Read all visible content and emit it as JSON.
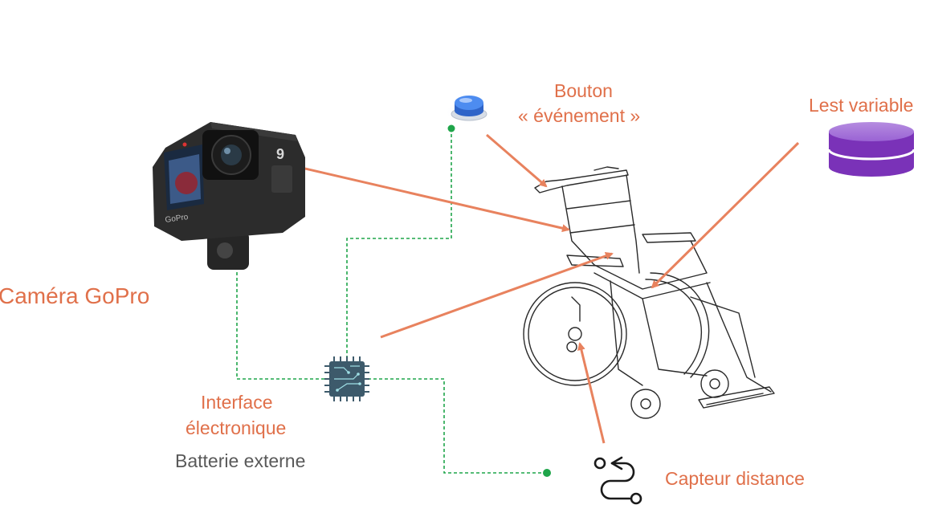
{
  "labels": {
    "gopro": "Caméra GoPro",
    "button_line1": "Bouton",
    "button_line2": "« événement »",
    "weight": "Lest variable",
    "interface_line1": "Interface",
    "interface_line2": "électronique",
    "battery": "Batterie externe",
    "distance_sensor": "Capteur distance"
  },
  "camera_badge": "9",
  "camera_brand": "GoPro",
  "colors": {
    "label_accent": "#e0704a",
    "arrow": "#e8825e",
    "wire": "#1fa54a",
    "battery_text": "#595959",
    "button_cap": "#3b7be0",
    "weight_disk": "#7a32b8",
    "chip": "#3d5a6b"
  },
  "icons": [
    "gopro-camera",
    "push-button-icon",
    "weight-disk-icon",
    "microchip-icon",
    "wheelchair-illustration",
    "distance-sensor-icon"
  ]
}
